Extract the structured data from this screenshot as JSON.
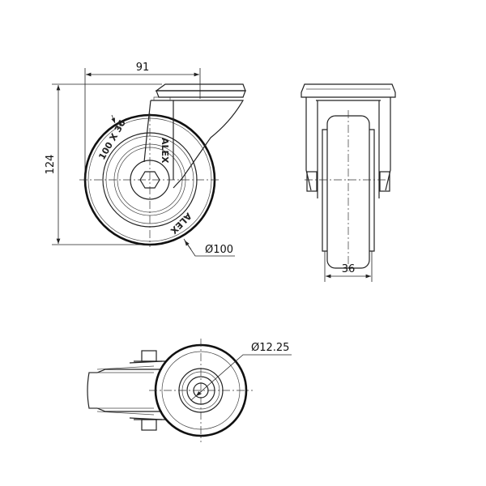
{
  "side_view": {
    "dim_width": "91",
    "dim_height": "124",
    "dim_diameter": "Ø100",
    "tyre_size_label": "100 X 36",
    "brand_on_fork": "ALEX",
    "brand_on_tyre": "ALEX"
  },
  "front_view": {
    "dim_tread_width": "36"
  },
  "bottom_view": {
    "dim_axle_diameter": "Ø12.25"
  }
}
